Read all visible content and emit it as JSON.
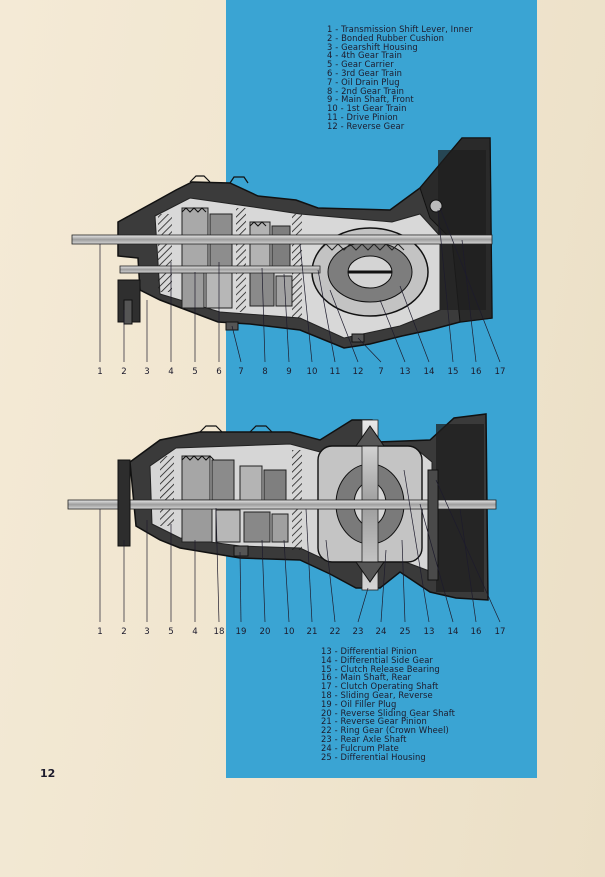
{
  "legend_top": [
    "1 - Transmission Shift Lever, Inner",
    "2 - Bonded Rubber Cushion",
    "3 - Gearshift Housing",
    "4 - 4th Gear Train",
    "5 - Gear Carrier",
    "6 - 3rd Gear Train",
    "7 - Oil Drain Plug",
    "8 - 2nd Gear Train",
    "9 - Main Shaft, Front",
    "10 - 1st Gear Train",
    "11 - Drive Pinion",
    "12 - Reverse Gear"
  ],
  "legend_bottom": [
    "13 - Differential Pinion",
    "14 - Differential Side Gear",
    "15 - Clutch Release Bearing",
    "16 - Main Shaft, Rear",
    "17 - Clutch Operating Shaft",
    "18 - Sliding Gear, Reverse",
    "19 - Oil Filler Plug",
    "20 - Reverse Sliding Gear Shaft",
    "21 - Reverse Gear Pinion",
    "22 - Ring Gear (Crown Wheel)",
    "23 - Rear Axle Shaft",
    "24 - Fulcrum Plate",
    "25 - Differential Housing"
  ],
  "callouts_top": [
    "1",
    "2",
    "3",
    "4",
    "5",
    "6",
    "7",
    "8",
    "9",
    "10",
    "11",
    "12",
    "7",
    "13",
    "14",
    "15",
    "16",
    "17"
  ],
  "callouts_bottom": [
    "1",
    "2",
    "3",
    "5",
    "4",
    "18",
    "19",
    "20",
    "10",
    "21",
    "22",
    "23",
    "24",
    "25",
    "13",
    "14",
    "16",
    "17"
  ],
  "page_number": "12",
  "colors": {
    "band": "#3aa4d3",
    "paper": "#f1e7d2",
    "ink": "#1d1b2c"
  }
}
